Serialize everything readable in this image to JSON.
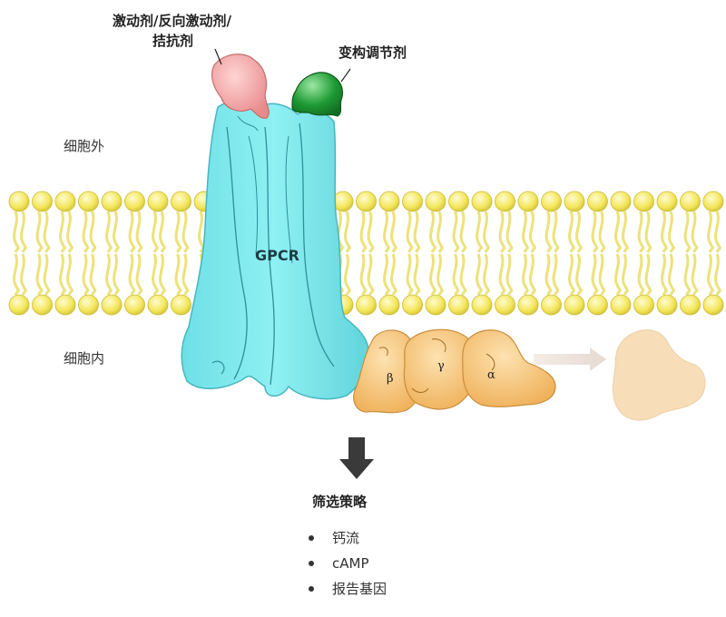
{
  "labels": {
    "ligand": "激动剂/反向激动剂/",
    "ligand_line2": "拮抗剂",
    "allosteric": "变构调节剂",
    "extracellular": "细胞外",
    "intracellular": "细胞内",
    "receptor": "GPCR",
    "g_beta": "β",
    "g_gamma": "γ",
    "g_alpha": "α",
    "screening_title": "筛选策略"
  },
  "screening_methods": [
    "钙流",
    "cAMP",
    "报告基因"
  ],
  "colors": {
    "lipid_head": "#f5ea62",
    "lipid_tail": "#ece27a",
    "gpcr": "#7ee8ec",
    "orthosteric_ligand": "#f0a0a0",
    "allosteric_modulator": "#2a9a3a",
    "g_protein": "#f4c06a",
    "released_alpha": "#f6dcb4",
    "arrow": "#3a3a3a"
  }
}
